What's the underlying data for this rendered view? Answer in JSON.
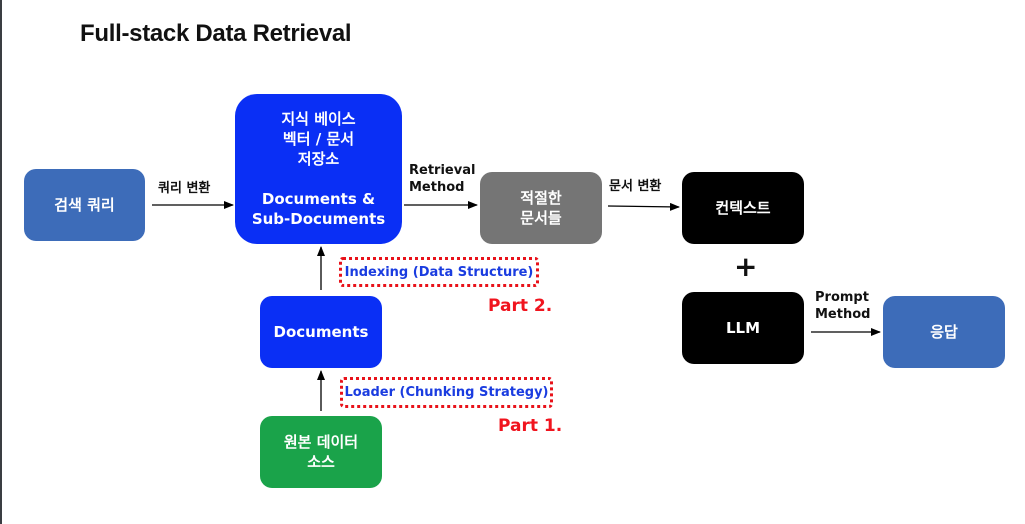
{
  "title": "Full-stack Data Retrieval",
  "colors": {
    "query_blue": "#3d6cb9",
    "store_blue": "#0a2ff5",
    "docs_gray": "#757575",
    "source_green": "#1aa34a",
    "context_black": "#000000",
    "part_red": "#f0141e",
    "step_text_blue": "#1a3ce0"
  },
  "nodes": {
    "search_query": "검색 쿼리",
    "knowledge_base": "지식 베이스\n벡터 / 문서\n저장소\n\nDocuments &\nSub-Documents",
    "relevant_docs": "적절한\n문서들",
    "context": "컨텍스트",
    "llm": "LLM",
    "response": "응답",
    "documents": "Documents",
    "raw_source": "원본 데이터\n소스"
  },
  "edges": {
    "query_transform": "쿼리 변환",
    "retrieval_method": "Retrieval\nMethod",
    "doc_transform": "문서 변환",
    "prompt_method": "Prompt\nMethod"
  },
  "steps": {
    "indexing": "Indexing (Data Structure)",
    "loader": "Loader (Chunking Strategy)"
  },
  "parts": {
    "part2": "Part 2.",
    "part1": "Part 1."
  },
  "plus_sign": "+"
}
